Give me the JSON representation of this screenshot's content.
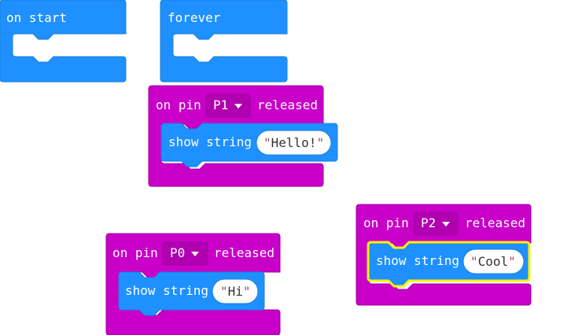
{
  "colors": {
    "basic_blue": "#1e90ff",
    "basic_blue_dark": "#1a7fd8",
    "pins_magenta": "#c800c8",
    "pins_magenta_dark": "#a000a0",
    "highlight_yellow": "#fff200"
  },
  "blocks": {
    "on_start": {
      "label": "on start"
    },
    "forever": {
      "label": "forever"
    },
    "pin_p1": {
      "prefix": "on pin",
      "pin": "P1",
      "suffix": "released",
      "statement": {
        "label": "show string",
        "open_quote": "\"",
        "value": "Hello!",
        "close_quote": "\""
      }
    },
    "pin_p0": {
      "prefix": "on pin",
      "pin": "P0",
      "suffix": "released",
      "statement": {
        "label": "show string",
        "open_quote": "\"",
        "value": "Hi",
        "close_quote": "\""
      }
    },
    "pin_p2": {
      "prefix": "on pin",
      "pin": "P2",
      "suffix": "released",
      "statement": {
        "label": "show string",
        "open_quote": "\"",
        "value": "Cool",
        "close_quote": "\"",
        "selected": true
      }
    }
  }
}
